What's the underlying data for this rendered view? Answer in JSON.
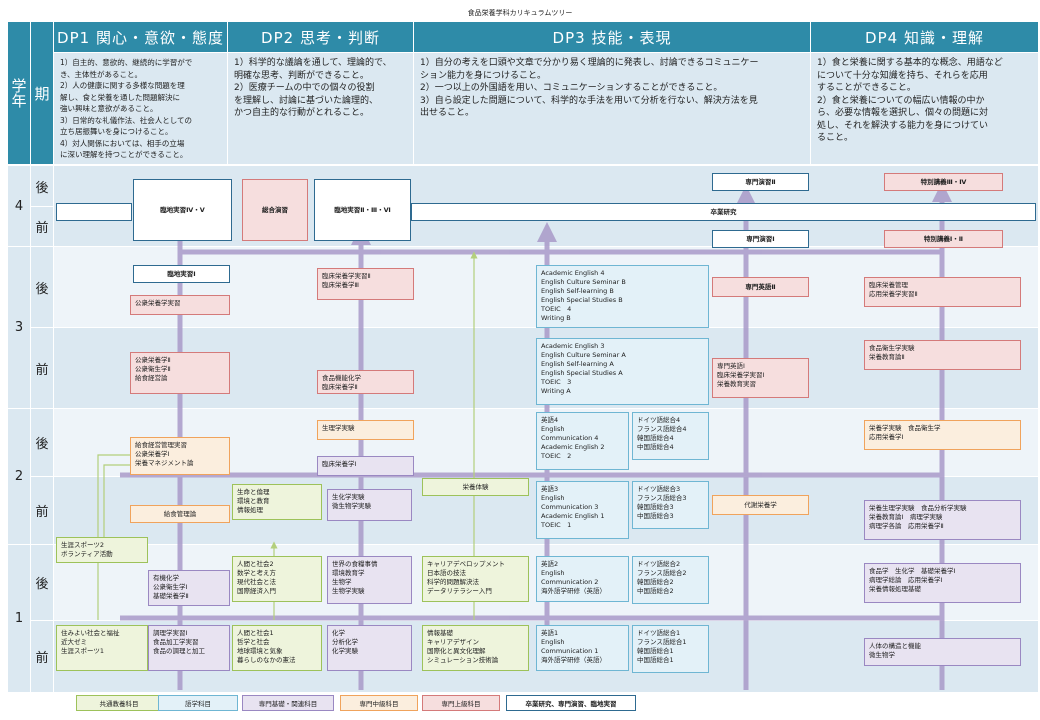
{
  "title": "食品栄養学科カリキュラムツリー",
  "side_header": {
    "year": "学年",
    "term": "期"
  },
  "dp": [
    {
      "header": "DP1 関心・意欲・態度",
      "desc": "1）自主的、意欲的、継続的に学習がで\nき、主体性があること。\n2）人の健康に関する多様な問題を理\n解し、食と栄養を通した問題解決に\n強い興味と意欲があること。\n3）日常的な礼儀作法、社会人としての\n立ち居振舞いを身につけること。\n4）対人関係においては、相手の立場\nに深い理解を持つことができること。"
    },
    {
      "header": "DP2 思考・判断",
      "desc": "1）科学的な議論を通して、理論的で、\n明確な思考、判断ができること。\n2）医療チームの中での個々の役割\nを理解し、討論に基づいた論理的、\nかつ自主的な行動がとれること。"
    },
    {
      "header": "DP3 技能・表現",
      "desc": "1）自分の考えを口頭や文章で分かり易く理論的に発表し、討論できるコミュニケー\nション能力を身につけること。\n2）一つ以上の外国語を用い、コミュニケーションすることができること。\n3）自ら設定した問題について、科学的な手法を用いて分析を行ない、解決方法を見\n出せること。"
    },
    {
      "header": "DP4 知識・理解",
      "desc": "1）食と栄養に関する基本的な概念、用語など\nについて十分な知識を持ち、それらを応用\nすることができること。\n2）食と栄養についての幅広い情報の中か\nら、必要な情報を選択し、個々の問題に対\n処し、それを解決する能力を身につけてい\nること。"
    }
  ],
  "years": [
    "4",
    "3",
    "2",
    "1"
  ],
  "terms": {
    "late": "後",
    "early": "前"
  },
  "legend": [
    "共通教養科目",
    "語学科目",
    "専門基礎・関連科目",
    "専門中級科目",
    "専門上級科目",
    "卒業研究、専門演習、臨地実習"
  ],
  "courses": {
    "rinchi_45": "臨地実習Ⅳ・Ⅴ",
    "sogo": "総合演習",
    "rinchi_236": "臨地実習Ⅱ・Ⅲ・Ⅵ",
    "sotsugyo": "卒業研究",
    "senmon_2": "専門演習Ⅱ",
    "senmon_1": "専門演習Ⅰ",
    "tokubetsu_34": "特別講義Ⅲ・Ⅳ",
    "tokubetsu_12": "特別講義Ⅰ・Ⅱ",
    "rinchi_1": "臨地実習Ⅰ",
    "koshu_jissyu": "公衆栄養学実習",
    "rinsho_jissyu": "臨床栄養学実習Ⅱ\n臨床栄養学Ⅲ",
    "english_3b": "Academic English 4\nEnglish Culture Seminar B\nEnglish Self-learning B\nEnglish Special Studies B\nTOEIC　4\nWriting B",
    "senmon_eigo_2": "専門英語Ⅱ",
    "rinsho_kanri": "臨床栄養管理\n応用栄養学実習Ⅱ",
    "koshu_3a": "公衆栄養学Ⅱ\n公衆衛生学Ⅱ\n給食経営論",
    "shokuhin_kino": "食品機能化学\n臨床栄養学Ⅱ",
    "english_3a": "Academic English 3\nEnglish Culture Seminar A\nEnglish Self-learning A\nEnglish Special Studies A\nTOEIC　3\nWriting A",
    "senmon_eigo_1": "専門英語Ⅰ\n臨床栄養学実習Ⅰ\n栄養教育実習",
    "shokuhin_eisei": "食品衛生学実験\n栄養教育論Ⅱ",
    "kyushoku_jissyu": "給食経営管理実習\n公衆栄養学Ⅰ\n栄養マネジメント論",
    "seiri_jikken": "生理学実験",
    "rinsho_1": "臨床栄養学Ⅰ",
    "eigo_4": "英語4\nEnglish\nCommunication 4\nAcademic English 2\nTOEIC　2",
    "doitsu_4": "ドイツ語総合4\nフランス語総合4\n韓国語総合4\n中国語総合4",
    "eiyo_jikken": "栄養学実験　食品衛生学\n応用栄養学Ⅰ",
    "kyushoku_kanri": "給食管理論",
    "kenko_joho": "生命と倫理\n環境と教育\n情報処理",
    "seika_jikken": "生化学実験\n微生物学実験",
    "tsukaikata": "栄養体験",
    "eigo_3": "英語3\nEnglish\nCommunication 3\nAcademic English 1\nTOEIC　1",
    "doitsu_3": "ドイツ語総合3\nフランス語総合3\n韓国語総合3\n中国語総合3",
    "taisha": "代謝栄養学",
    "eiyo_2a": "栄養生理学実験　食品分析学実験\n栄養教育論Ⅰ　病理学実験\n病理学各論　応用栄養学Ⅱ",
    "sports_2": "生涯スポーツ2\nボランティア活動",
    "yuki": "有機化学\n公衆衛生学Ⅰ\n基礎栄養学Ⅱ",
    "ningen": "人間と社会2\n数学と考え方\n現代社会と法\n国際経済入門",
    "sekai": "世界の食糧事情\n環境教育学\n生物学\n生物学実験",
    "career": "キャリアデベロップメント\n日本語の技法\n科学的問題解決法\nデータリテラシー入門",
    "eigo_2": "英語2\nEnglish\nCommunication 2\n海外語学研修（英語）",
    "doitsu_2": "ドイツ語総合2\nフランス語総合2\n韓国語総合2\n中国語総合2",
    "shokuhin_1b": "食品学　生化学　基礎栄養学Ⅰ\n病理学総論　応用栄養学Ⅰ\n栄養情報処理基礎",
    "sumiyoi": "住みよい社会と福祉\n近大ゼミ\n生涯スポーツ1",
    "chori": "調理学実習Ⅰ\n食品加工学実習\n食品の調理と加工",
    "ningen_1": "人間と社会1\n哲学と社会\n地球環境と気象\n暮らしのなかの憲法",
    "kagaku": "化学\n分析化学\n化学実験",
    "joho": "情報基礎\nキャリアデザイン\n国際化と異文化理解\nシミュレーション技術論",
    "eigo_1": "英語1\nEnglish\nCommunication 1\n海外語学研修（英語）",
    "doitsu_1": "ドイツ語総合1\nフランス語総合1\n韓国語総合1\n中国語総合1",
    "jintai": "人体の構造と機能\n微生物学"
  }
}
